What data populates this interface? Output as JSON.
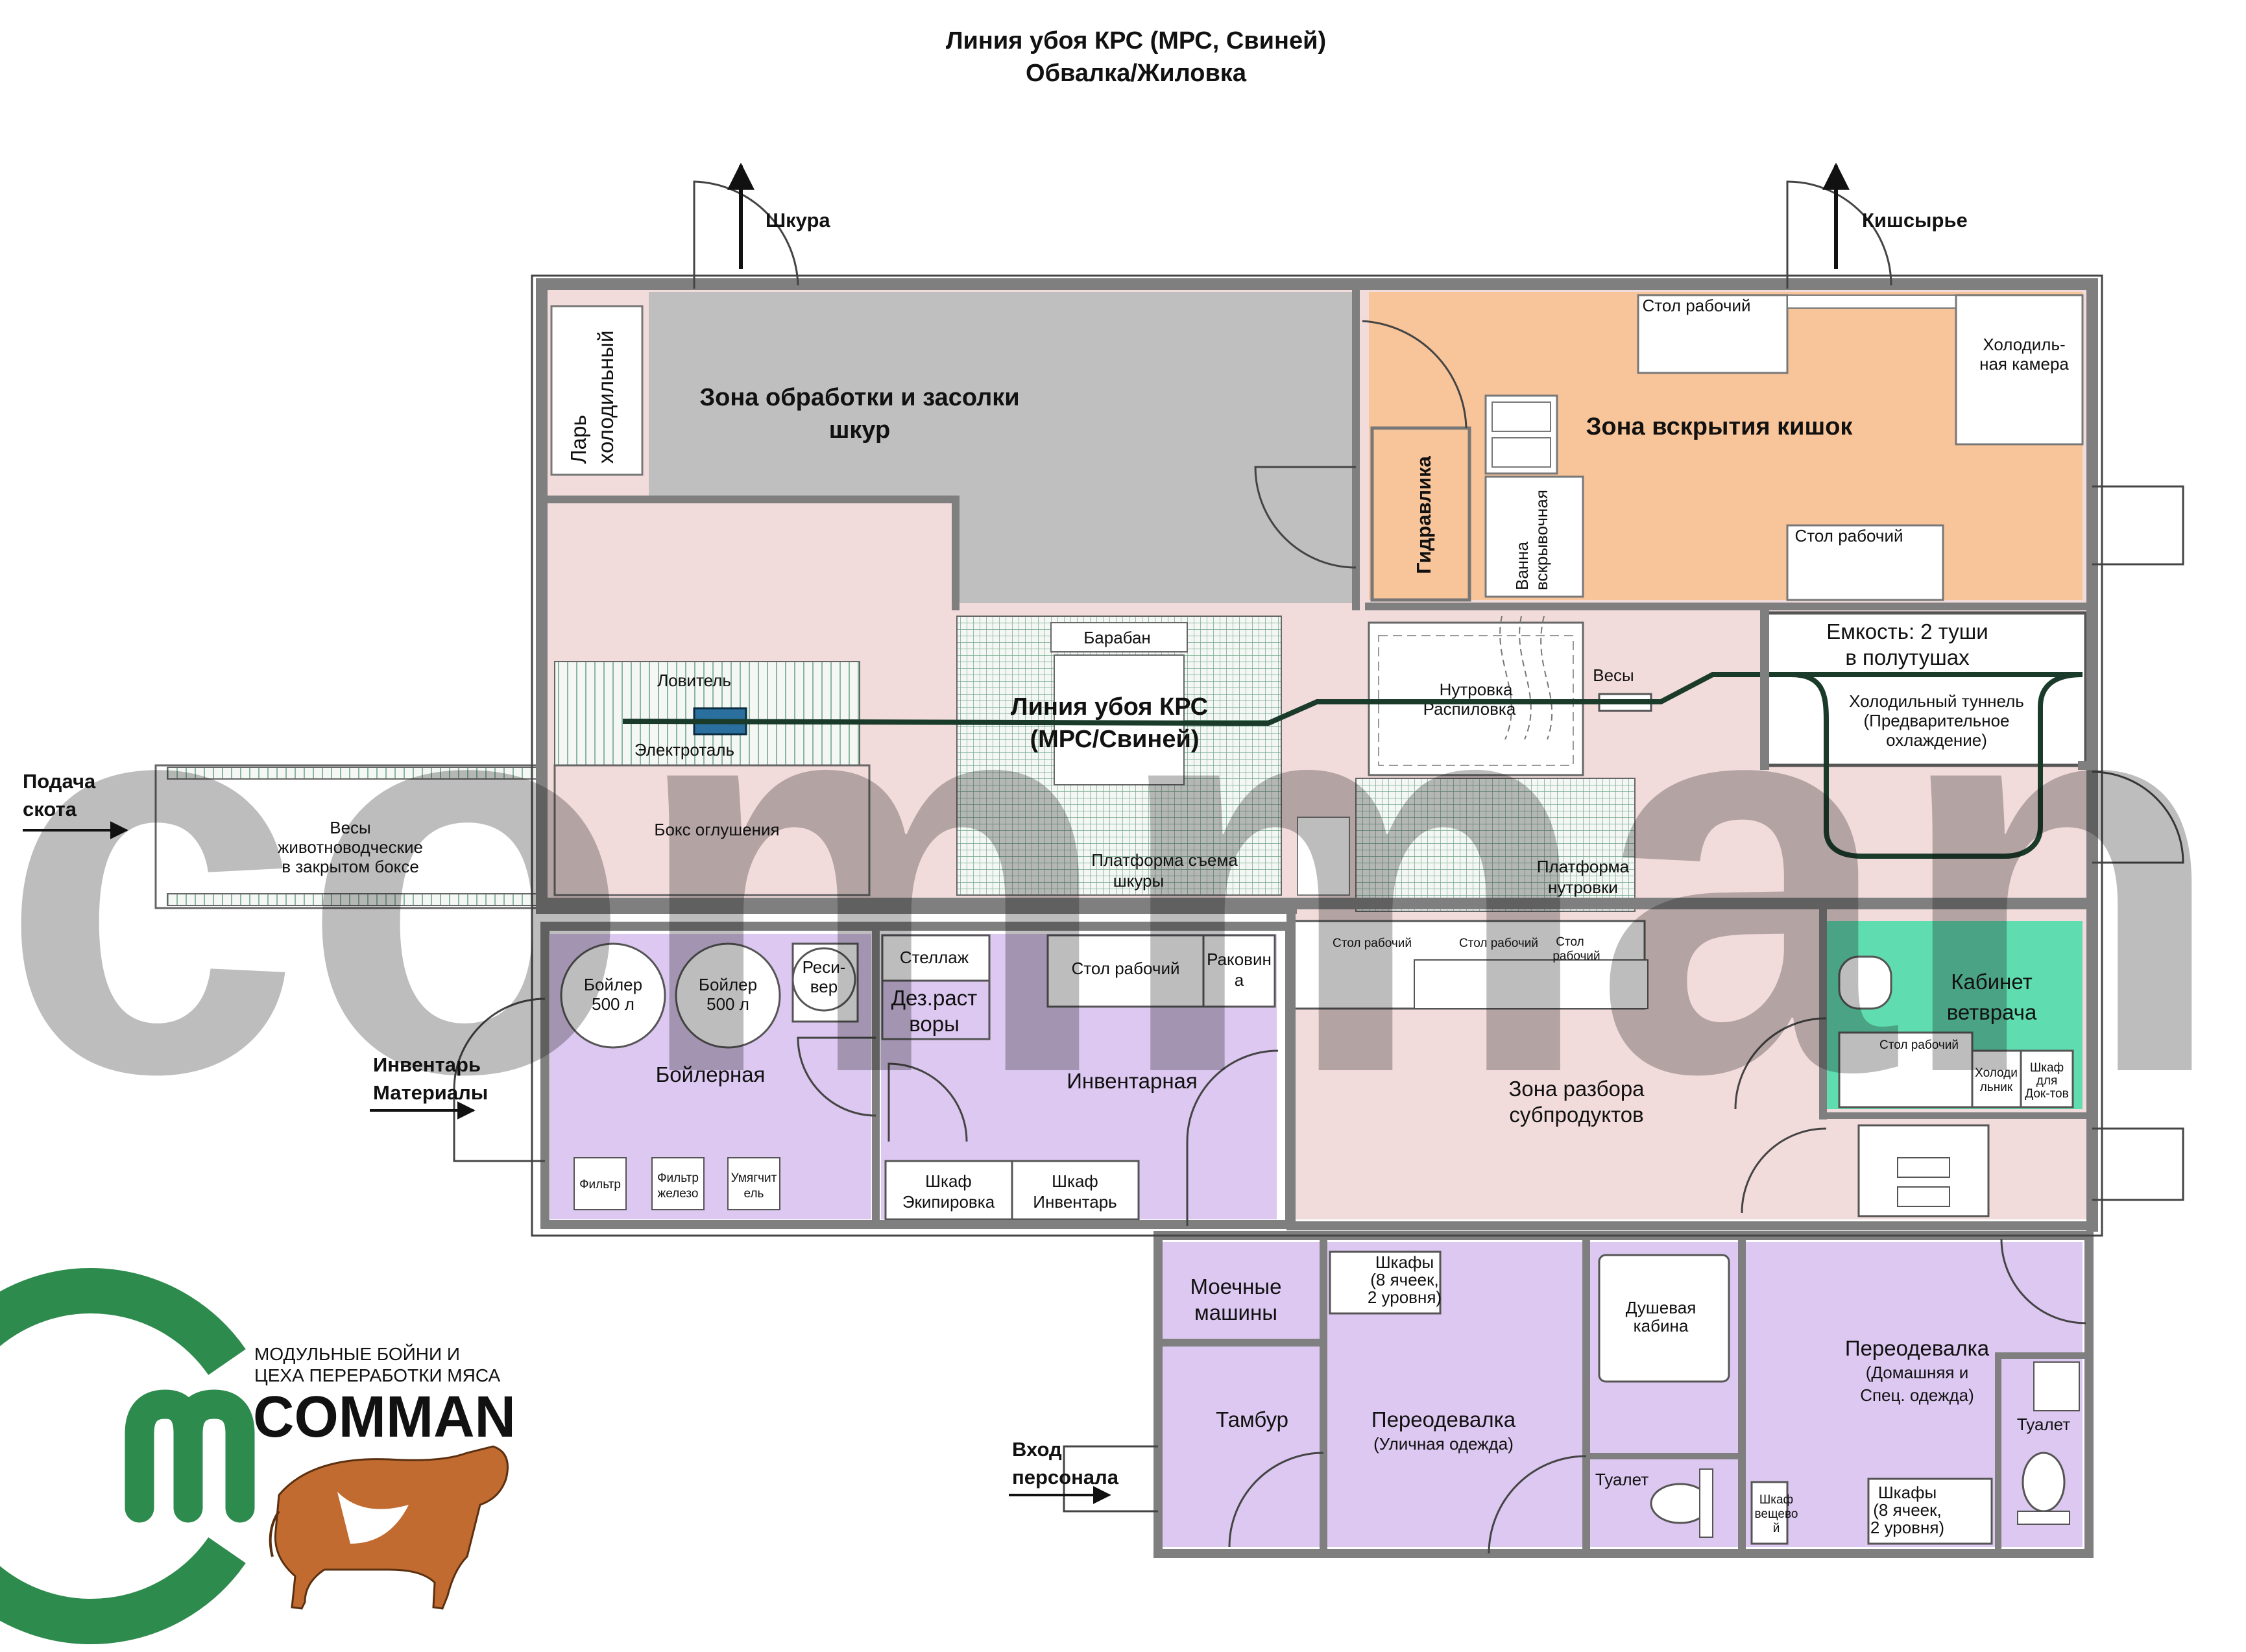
{
  "title": {
    "line1": "Линия убоя КРС (МРС, Свиней)",
    "line2": "Обвалка/Жиловка"
  },
  "outside": {
    "skin": "Шкура",
    "guts": "Кишсырье",
    "cattle_1": "Подача",
    "cattle_2": "скота",
    "inventory_1": "Инвентарь",
    "inventory_2": "Материалы",
    "staff_1": "Вход",
    "staff_2": "персонала"
  },
  "rooms": {
    "skin_zone_1": "Зона обработки и засолки",
    "skin_zone_2": "шкур",
    "freezer_chest_1": "Ларь",
    "freezer_chest_2": "холодильный",
    "gut_zone": "Зона вскрытия кишок",
    "work_table": "Стол рабочий",
    "fridge_room_1": "Холодиль-",
    "fridge_room_2": "ная камера",
    "hydraulics": "Гидравлика",
    "bath_1": "Ванна",
    "bath_2": "вскрывочная",
    "drum": "Барабан",
    "line_label_1": "Линия убоя КРС",
    "line_label_2": "(МРС/Свиней)",
    "catcher": "Ловитель",
    "electric_hoist": "Электроталь",
    "stun_box": "Бокс оглушения",
    "scales_1": "Весы",
    "scales_2": "животноводческие",
    "scales_3": "в закрытом боксе",
    "skin_platform_1": "Платформа съема",
    "skin_platform_2": "шкуры",
    "evisc_1": "Нутровка",
    "evisc_2": "Распиловка",
    "weigher": "Весы",
    "evisc_platform_1": "Платформа",
    "evisc_platform_2": "нутровки",
    "tank_1": "Емкость: 2 туши",
    "tank_2": "в полутушах",
    "tunnel_1": "Холодильный туннель",
    "tunnel_2": "(Предварительное",
    "tunnel_3": "охлаждение)",
    "boiler": "Бойлер",
    "boiler_vol": "500 л",
    "receiver_1": "Реси-",
    "receiver_2": "вер",
    "boiler_room": "Бойлерная",
    "filter": "Фильтр",
    "iron_filter_1": "Фильтр",
    "iron_filter_2": "железо",
    "softener_1": "Умягчит",
    "softener_2": "ель",
    "rack": "Стеллаж",
    "disinfect_1": "Дез.раст",
    "disinfect_2": "воры",
    "sink_1": "Раковин",
    "sink_2": "а",
    "inventory_room": "Инвентарная",
    "cab_equip_1": "Шкаф",
    "cab_equip_2": "Экипировка",
    "cab_inv_1": "Шкаф",
    "cab_inv_2": "Инвентарь",
    "table_small_1": "Стол рабочий",
    "table_col_1": "Стол",
    "table_col_2": "рабочий",
    "offal_1": "Зона разбора",
    "offal_2": "субпродуктов",
    "vet_1": "Кабинет",
    "vet_2": "ветврача",
    "vet_fridge_1": "Холоди",
    "vet_fridge_2": "льник",
    "vet_cab_1": "Шкаф",
    "vet_cab_2": "для",
    "vet_cab_3": "Док-тов",
    "washers_1": "Моечные",
    "washers_2": "машины",
    "vestibule": "Тамбур",
    "lock8_1": "Шкафы",
    "lock8_2": "(8 ячеек,",
    "lock8_3": "2 уровня)",
    "shower_1": "Душевая",
    "shower_2": "кабина",
    "locker_st_1": "Переодевалка",
    "locker_st_2": "(Уличная одежда)",
    "toilet": "Туалет",
    "locker_home_1": "Переодевалка",
    "locker_home_2": "(Домашняя и",
    "locker_home_3": "Спец. одежда)",
    "cab_things_1": "Шкаф",
    "cab_things_2": "вещево",
    "cab_things_3": "й"
  },
  "logo": {
    "tag_1": "МОДУЛЬНЫЕ БОЙНИ И",
    "tag_2": "ЦЕХА ПЕРЕРАБОТКИ МЯСА",
    "brand": "COMMAN",
    "brand_watermark": "comman"
  },
  "colors": {
    "wall": "#8c8c8c",
    "wall_dark": "#555555",
    "pink_floor": "#f2dcdb",
    "grey_room": "#bfbfbf",
    "orange_room": "#f8c49a",
    "lavender_room": "#dcc8f0",
    "vet_room": "#5fdcb0",
    "rail": "#1a3a2a",
    "watermark": "#2e8b57",
    "brand_green": "#2e8b4e"
  }
}
